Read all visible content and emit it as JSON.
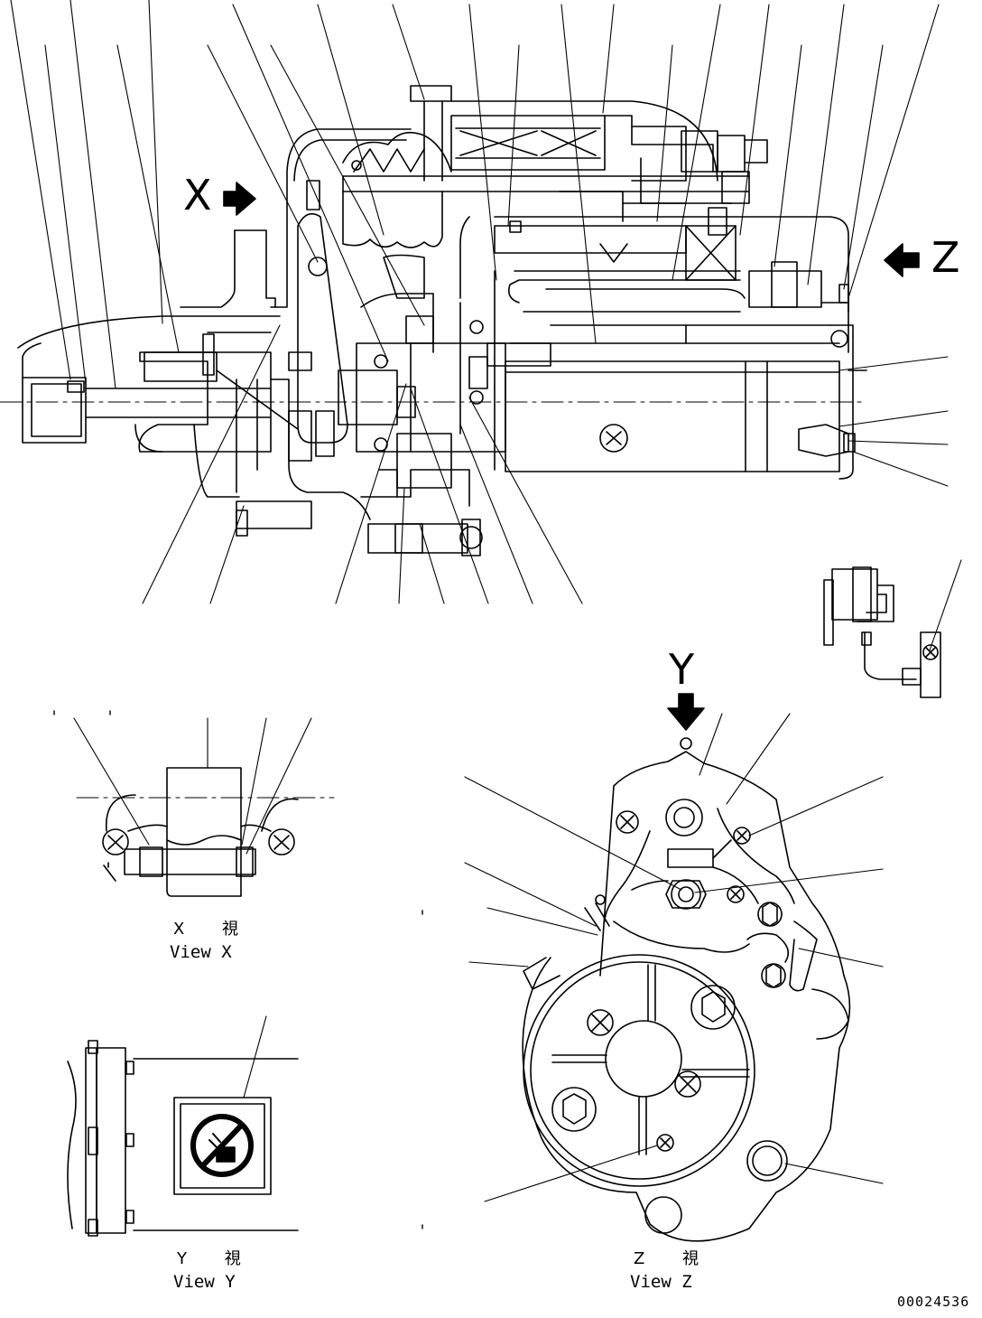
{
  "markers": {
    "x": "X",
    "y": "Y",
    "z": "Z"
  },
  "captions": {
    "view_x_jp": "X 視",
    "view_x_en": "View X",
    "view_y_jp": "Y 視",
    "view_y_en": "View Y",
    "view_z_jp": "Z 視",
    "view_z_en": "View Z"
  },
  "drawing_number": "00024536",
  "icons": {
    "arrow": "arrow-icon",
    "warning_label": "no-water-spray-icon"
  }
}
